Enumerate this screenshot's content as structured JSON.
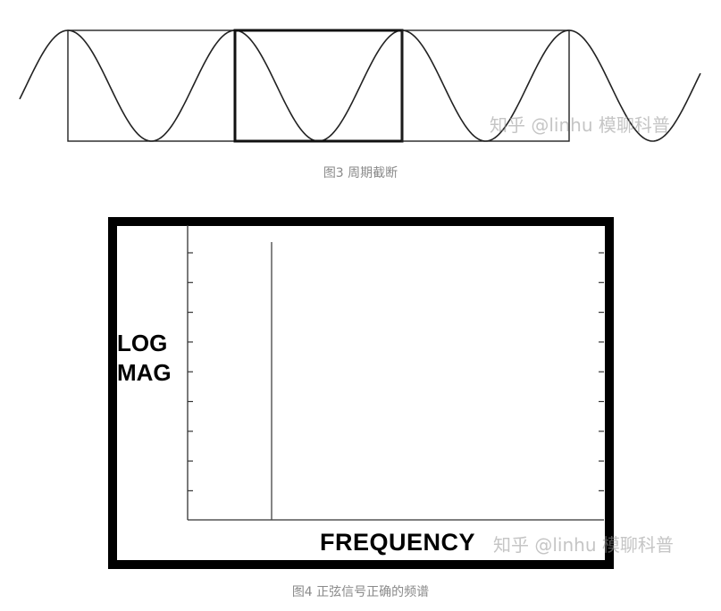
{
  "figure3": {
    "caption": "图3 周期截断",
    "watermark": "知乎 @linhu 模聊科普"
  },
  "figure4": {
    "caption": "图4 正弦信号正确的频谱",
    "y_label_line1": "LOG",
    "y_label_line2": "MAG",
    "x_label": "FREQUENCY",
    "watermark": "知乎 @linhu 模聊科普"
  }
}
